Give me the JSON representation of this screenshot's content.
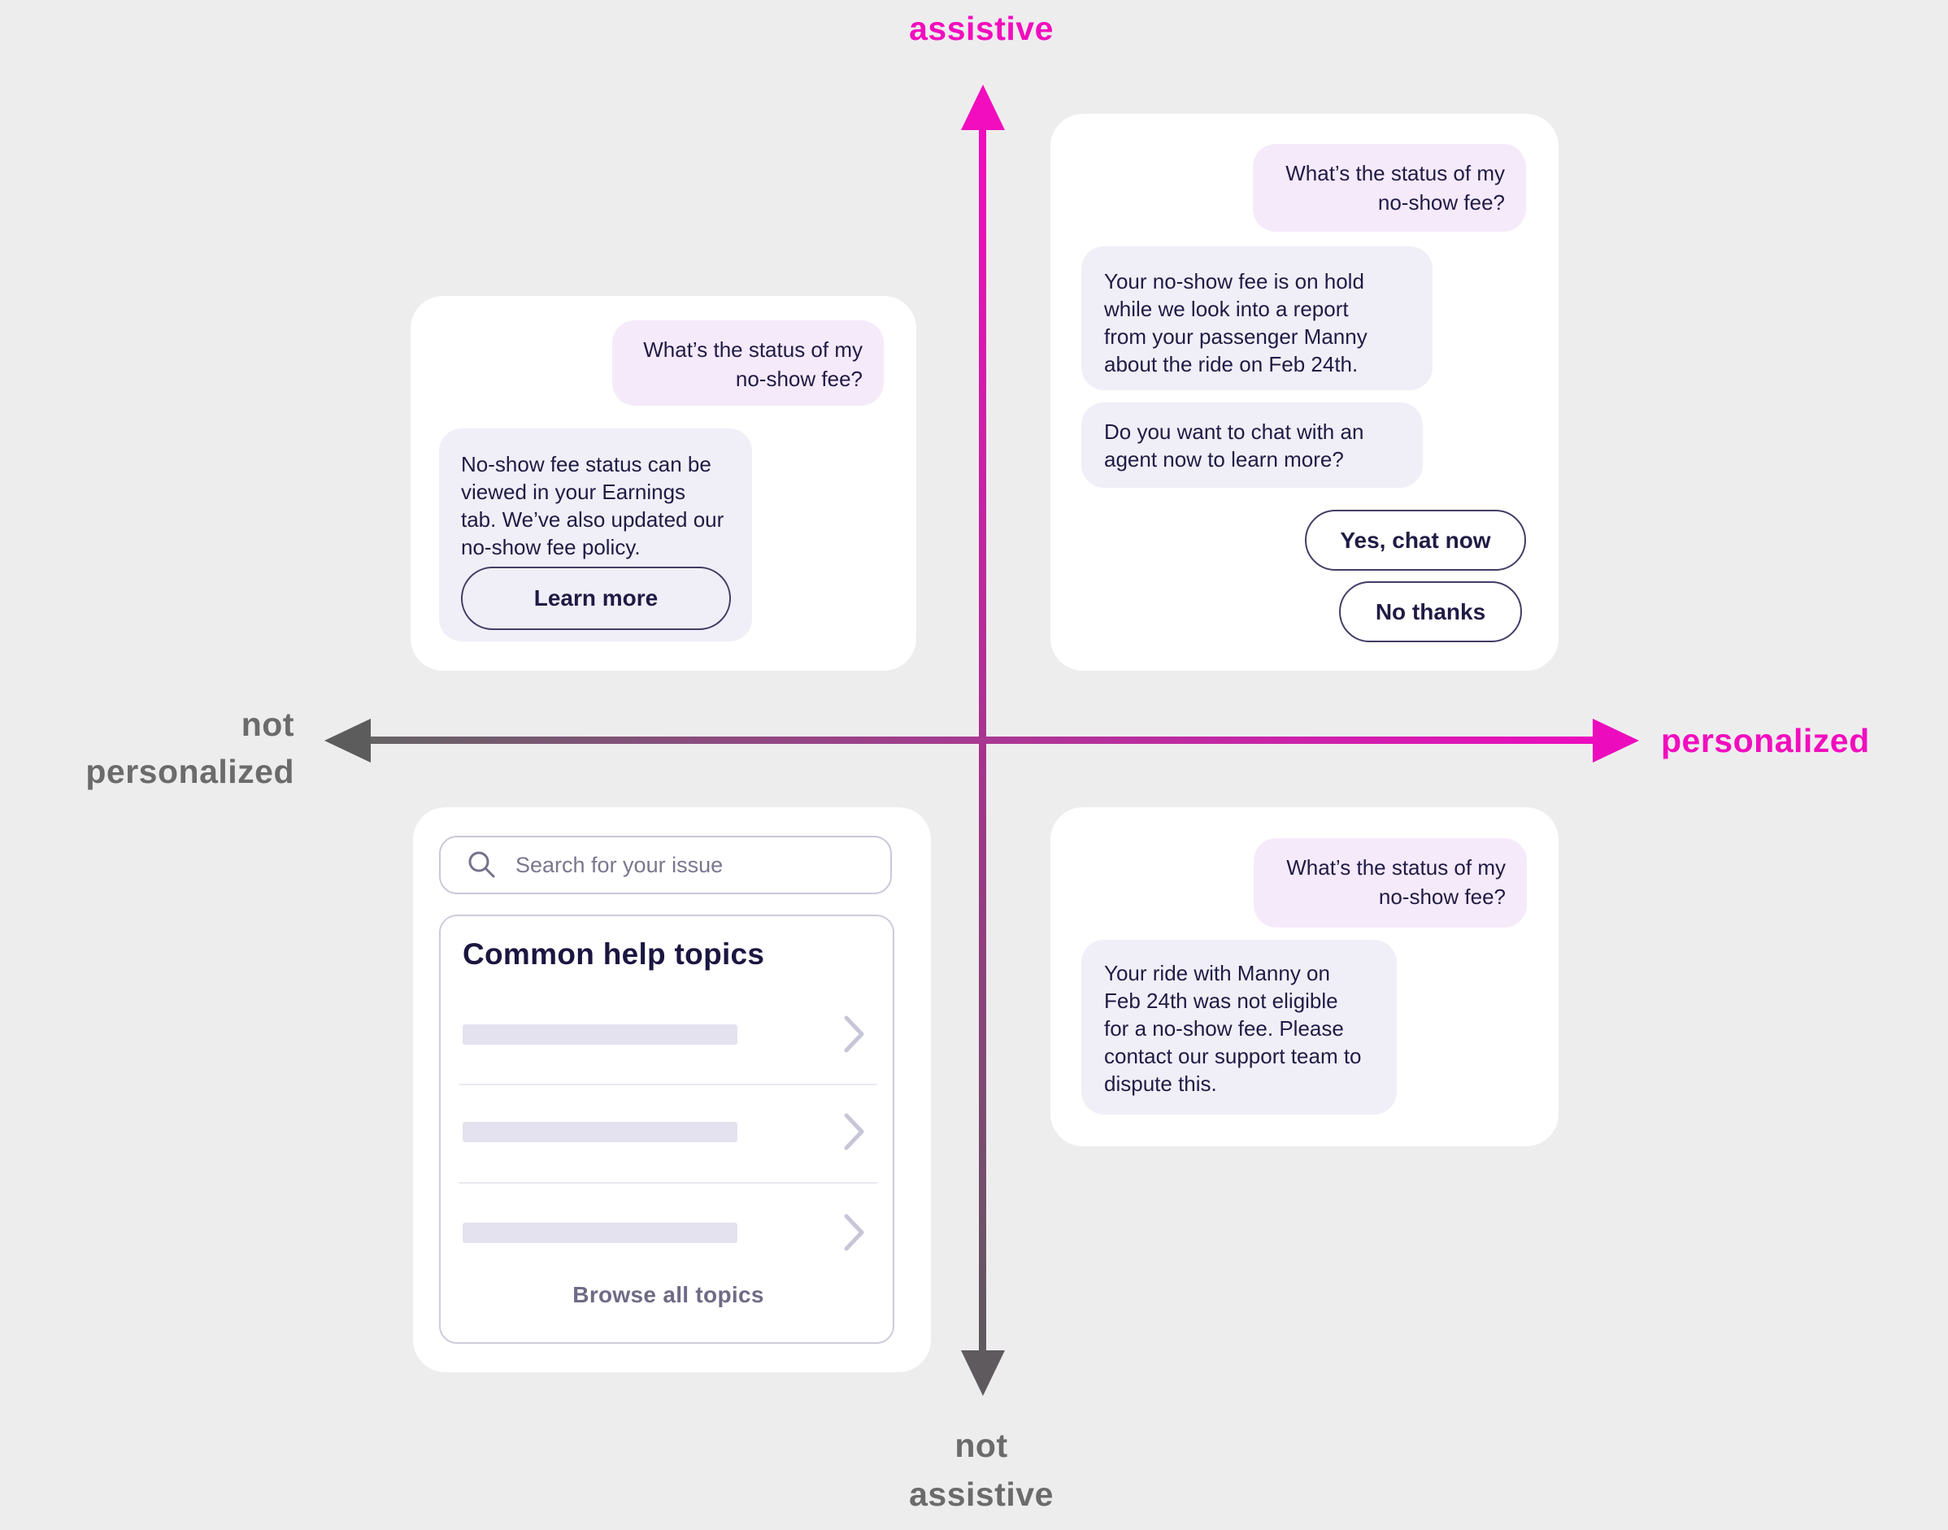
{
  "colors": {
    "accent_pink": "#F20DBE",
    "axis_gray": "#5E5A5E",
    "text_navy": "#201B45",
    "user_bubble": "#F5EAFA",
    "bot_bubble": "#F0EFF7"
  },
  "axis": {
    "top": "assistive",
    "bottom": [
      "not",
      "assistive"
    ],
    "left": [
      "not",
      "personalized"
    ],
    "right": "personalized"
  },
  "user_question": [
    "What’s the status of my",
    "no-show fee?"
  ],
  "q_top_left": {
    "bot": [
      "No-show fee status can be",
      "viewed in your Earnings",
      "tab. We’ve also updated our",
      "no-show fee policy."
    ],
    "button": "Learn more"
  },
  "q_top_right": {
    "bot1": [
      "Your no-show fee is on hold",
      "while we look into a report",
      "from your passenger Manny",
      "about the ride on Feb 24th."
    ],
    "bot2": [
      "Do you want to chat with an",
      "agent now to learn more?"
    ],
    "button_yes": "Yes, chat now",
    "button_no": "No thanks"
  },
  "q_bottom_left": {
    "search_placeholder": "Search for your issue",
    "heading": "Common help topics",
    "browse_link": "Browse all topics"
  },
  "q_bottom_right": {
    "bot": [
      "Your ride with Manny on",
      "Feb 24th was not eligible",
      "for a no-show fee. Please",
      "contact our support team to",
      "dispute this."
    ]
  }
}
